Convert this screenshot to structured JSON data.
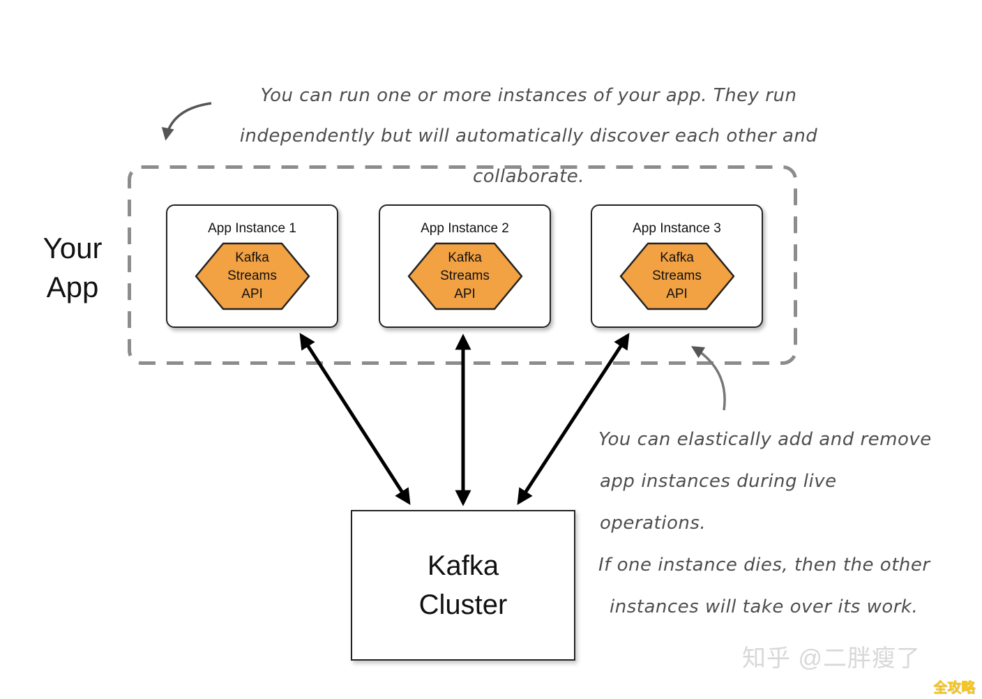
{
  "diagram": {
    "top_note": {
      "line1": "You can run one or more instances of your app.  They run",
      "line2": "independently but will automatically discover each other and collaborate."
    },
    "your_app_label": "Your\nApp",
    "instances": [
      {
        "title": "App Instance 1",
        "hex_label": "Kafka\nStreams\nAPI"
      },
      {
        "title": "App Instance 2",
        "hex_label": "Kafka\nStreams\nAPI"
      },
      {
        "title": "App Instance 3",
        "hex_label": "Kafka\nStreams\nAPI"
      }
    ],
    "cluster_label": "Kafka\nCluster",
    "right_note": {
      "line1": "You can elastically add and remove",
      "line2": "app instances during live operations.",
      "line3": "If one instance dies, then the other",
      "line4": "instances will take over its work."
    },
    "watermark": "知乎 @二胖瘦了",
    "corner_tag": "全攻略",
    "colors": {
      "hexagon": "#F2A143",
      "note_text": "#4d4d4d",
      "dashed_border": "#8c8c8c",
      "watermark": "#d8d8d8",
      "corner_tag": "#F5C518",
      "box_border": "#222222"
    }
  }
}
